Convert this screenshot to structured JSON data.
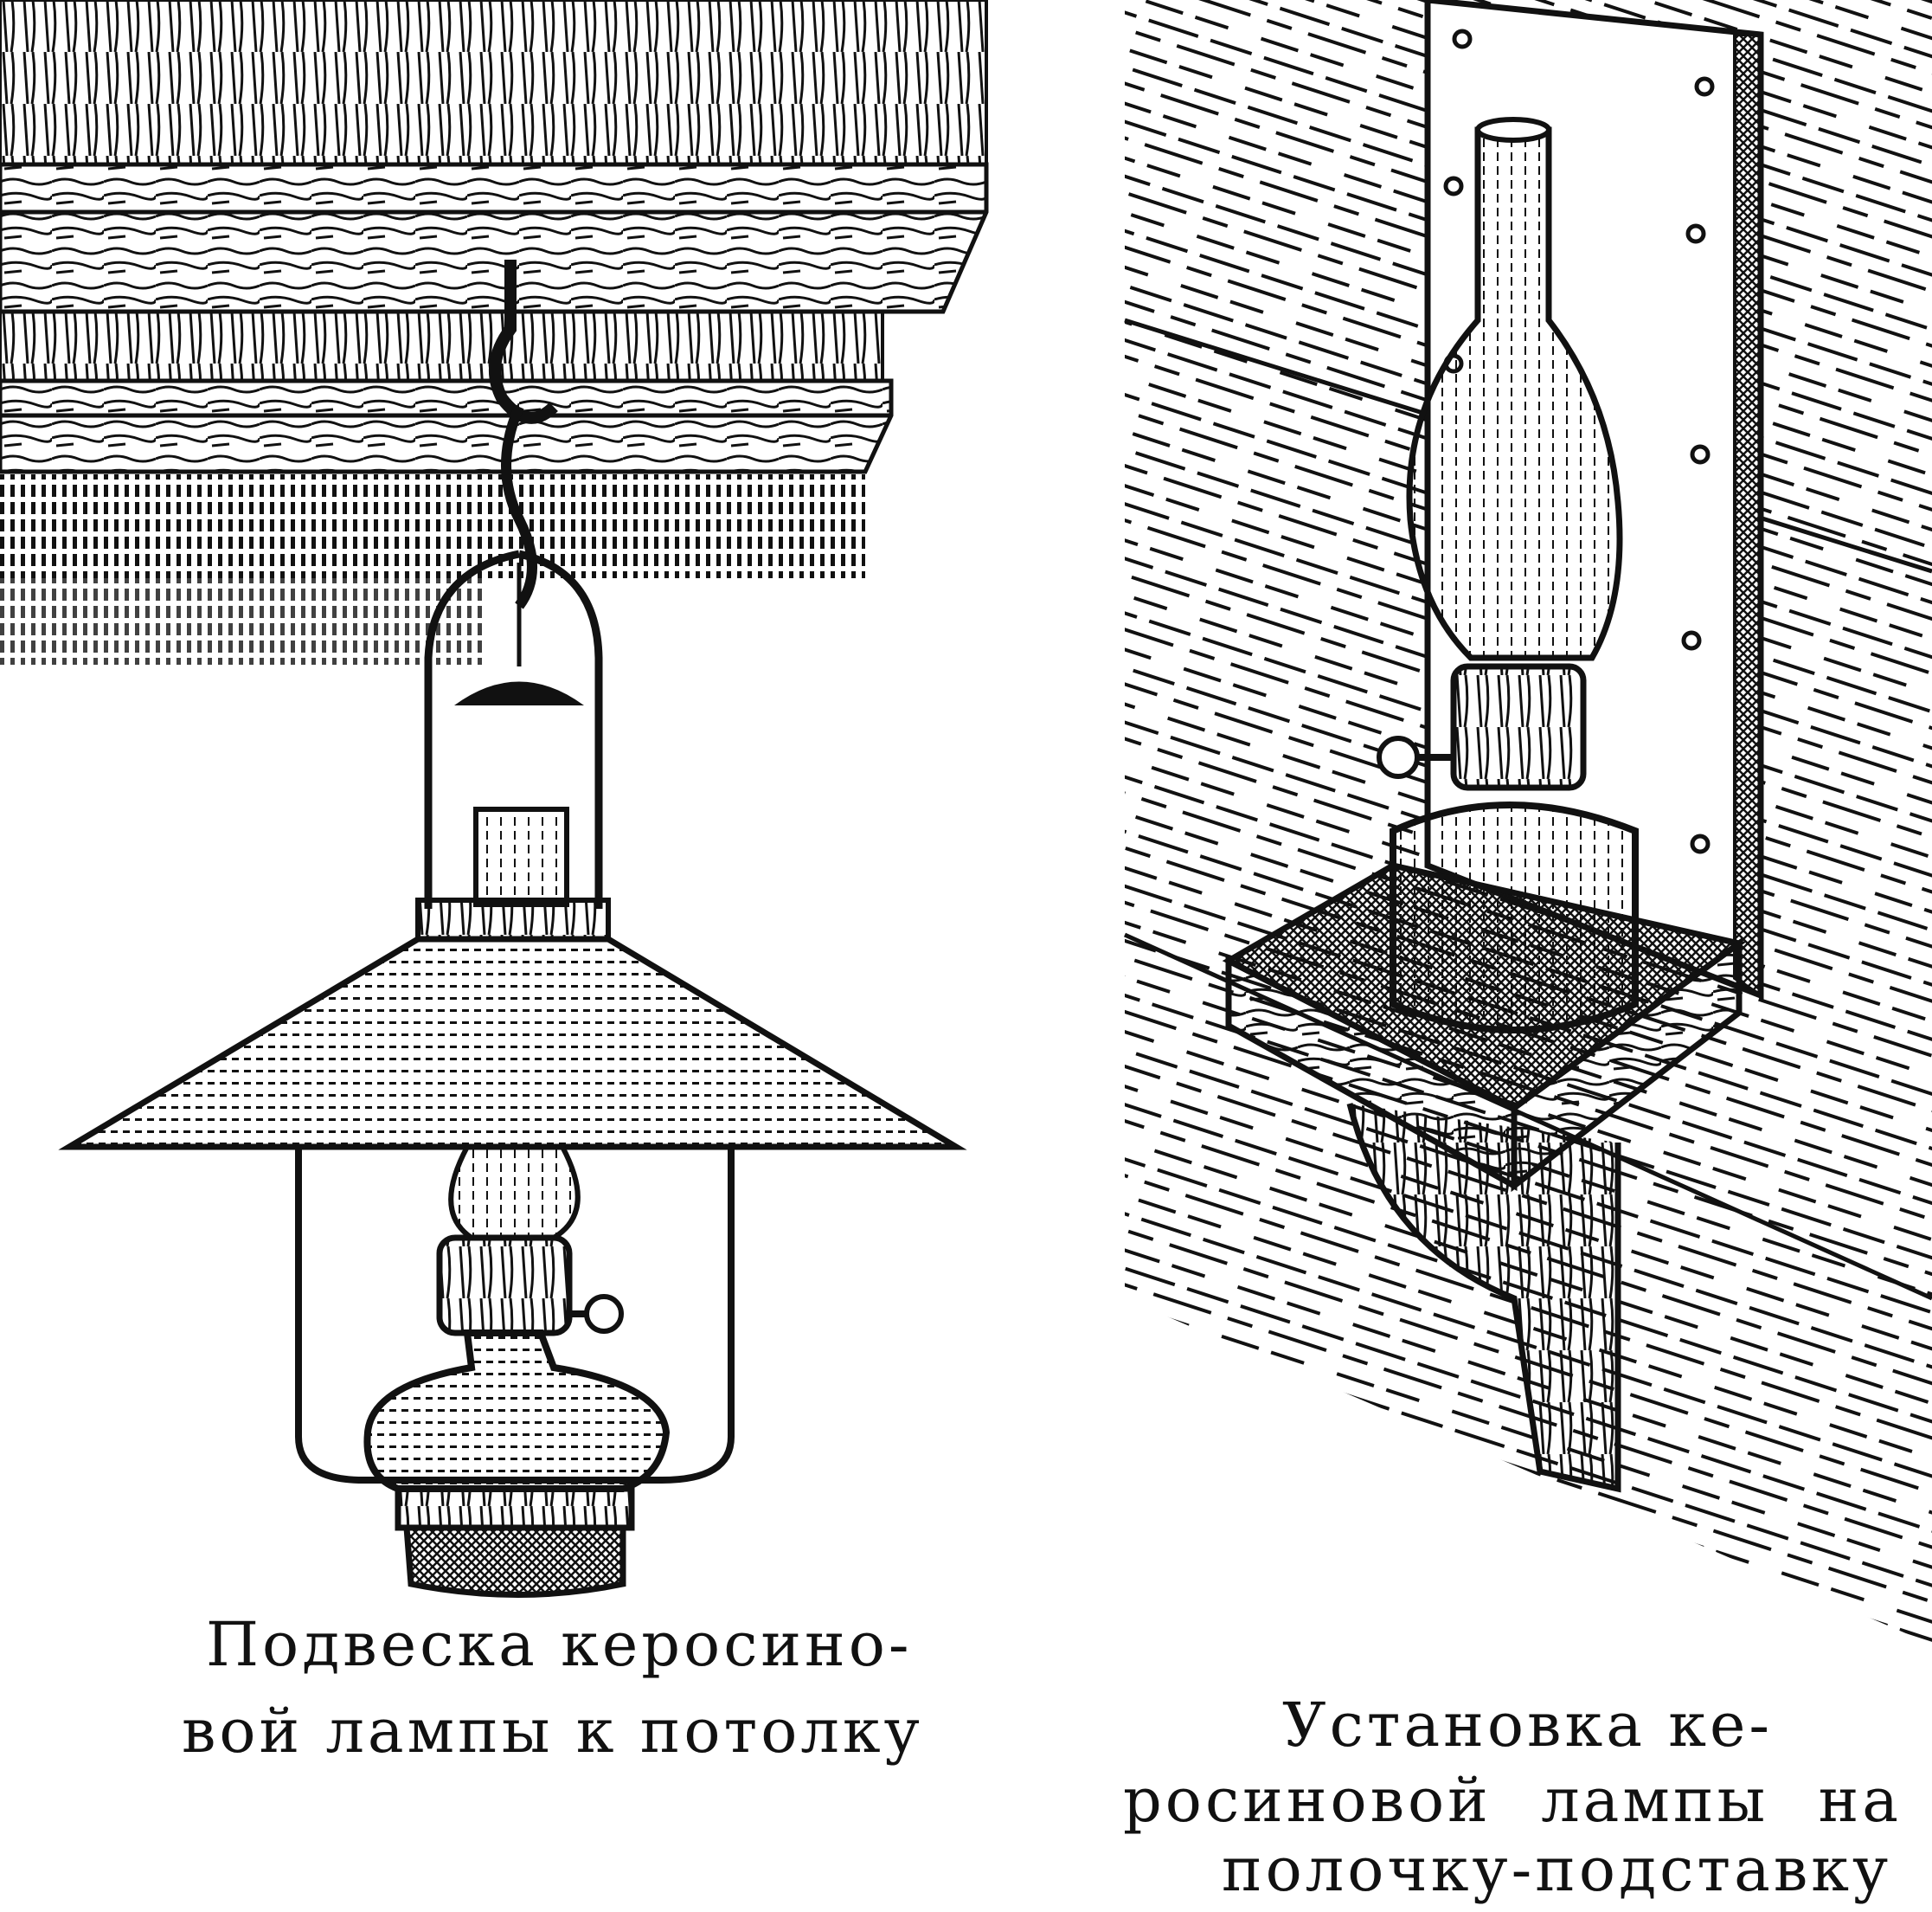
{
  "figures": [
    {
      "id": "ceiling-lamp",
      "caption_lines": [
        "Подвеска керосино-",
        "вой лампы к потолку"
      ]
    },
    {
      "id": "shelf-lamp",
      "caption_line1": "Установка ке-",
      "caption_line2": [
        "росиновой",
        "лампы",
        "на"
      ],
      "caption_line3": "полочку-подставку"
    }
  ],
  "colors": {
    "ink": "#111111",
    "paper": "#ffffff"
  }
}
